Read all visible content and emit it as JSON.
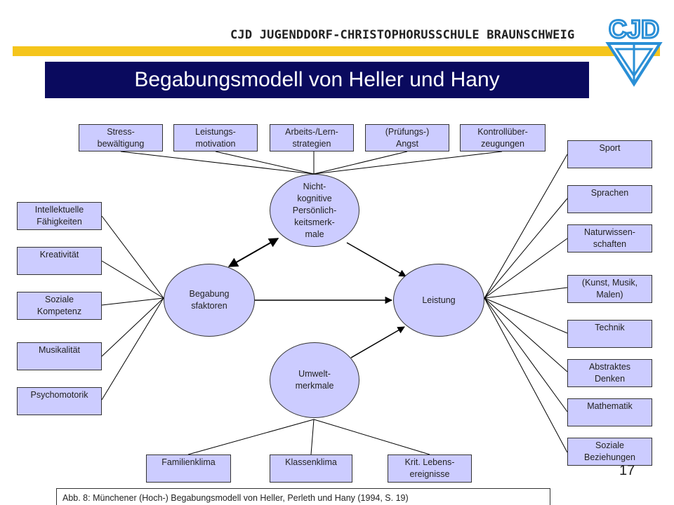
{
  "header": {
    "school_name": "CJD JUGENDDORF-CHRISTOPHORUSSCHULE BRAUNSCHWEIG",
    "logo_text": "CJD",
    "accent_color": "#f5c51c",
    "logo_color": "#2a8fd6"
  },
  "title": "Begabungsmodell von Heller und Hany",
  "title_bg": "#0a0a5e",
  "box_fill": "#ccccff",
  "diagram": {
    "top_boxes": [
      {
        "line1": "Stress-",
        "line2": "bewältigung"
      },
      {
        "line1": "Leistungs-",
        "line2": "motivation"
      },
      {
        "line1": "Arbeits-/Lern-",
        "line2": "strategien"
      },
      {
        "line1": "(Prüfungs-)",
        "line2": "Angst"
      },
      {
        "line1": "Kontrollüber-",
        "line2": "zeugungen"
      }
    ],
    "left_boxes": [
      {
        "line1": "Intellektuelle",
        "line2": "Fähigkeiten"
      },
      {
        "line1": "Kreativität",
        "line2": ""
      },
      {
        "line1": "Soziale",
        "line2": "Kompetenz"
      },
      {
        "line1": "Musikalität",
        "line2": ""
      },
      {
        "line1": "Psychomotorik",
        "line2": ""
      }
    ],
    "right_boxes": [
      {
        "line1": "Sport",
        "line2": ""
      },
      {
        "line1": "Sprachen",
        "line2": ""
      },
      {
        "line1": "Naturwissen-",
        "line2": "schaften"
      },
      {
        "line1": "(Kunst, Musik,",
        "line2": "Malen)"
      },
      {
        "line1": "Technik",
        "line2": ""
      },
      {
        "line1": "Abstraktes",
        "line2": "Denken"
      },
      {
        "line1": "Mathematik",
        "line2": ""
      },
      {
        "line1": "Soziale",
        "line2": "Beziehungen"
      }
    ],
    "bottom_boxes": [
      {
        "line1": "Familienklima",
        "line2": ""
      },
      {
        "line1": "Klassenklima",
        "line2": ""
      },
      {
        "line1": "Krit. Lebens-",
        "line2": "ereignisse"
      }
    ],
    "ovals": {
      "nonkog": [
        "Nicht-",
        "kognitive",
        "Persönlich-",
        "keitsmerk-",
        "male"
      ],
      "begabung": [
        "Begabung",
        "sfaktoren"
      ],
      "leistung": [
        "Leistung"
      ],
      "umwelt": [
        "Umwelt-",
        "merkmale"
      ]
    }
  },
  "page_number": "17",
  "caption": "Abb. 8: Münchener (Hoch-) Begabungsmodell von Heller, Perleth und Hany (1994, S. 19)"
}
